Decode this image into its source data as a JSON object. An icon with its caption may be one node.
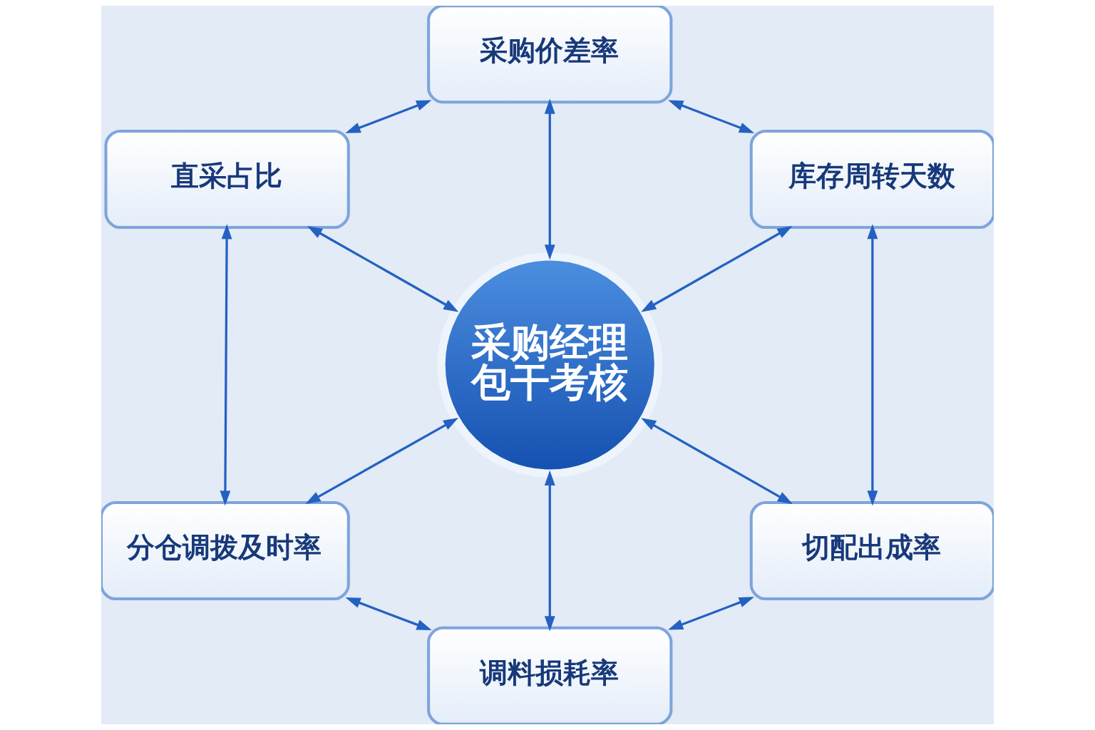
{
  "diagram": {
    "nodes": [
      {
        "text": [
          "采购价差率"
        ]
      },
      {
        "text": [
          "直采占比"
        ]
      },
      {
        "text": [
          "库存周转天数"
        ]
      },
      {
        "text": [
          "采购经理包干考核"
        ]
      },
      {
        "text": [
          "分仓调拨及时率"
        ]
      },
      {
        "text": [
          "切配出成率"
        ]
      },
      {
        "text": [
          "调料损耗率"
        ]
      }
    ],
    "edges": [
      {
        "from": 0,
        "to": 1,
        "arrow": "both"
      },
      {
        "from": 0,
        "to": 2,
        "arrow": "both"
      },
      {
        "from": 1,
        "to": 4,
        "arrow": "both"
      },
      {
        "from": 2,
        "to": 5,
        "arrow": "both"
      },
      {
        "from": 4,
        "to": 6,
        "arrow": "both"
      },
      {
        "from": 5,
        "to": 6,
        "arrow": "both"
      },
      {
        "from": 0,
        "to": 3,
        "arrow": "both"
      },
      {
        "from": 1,
        "to": 3,
        "arrow": "both"
      },
      {
        "from": 2,
        "to": 3,
        "arrow": "both"
      },
      {
        "from": 3,
        "to": 4,
        "arrow": "both"
      },
      {
        "from": 3,
        "to": 5,
        "arrow": "both"
      },
      {
        "from": 3,
        "to": 6,
        "arrow": "both"
      }
    ]
  }
}
